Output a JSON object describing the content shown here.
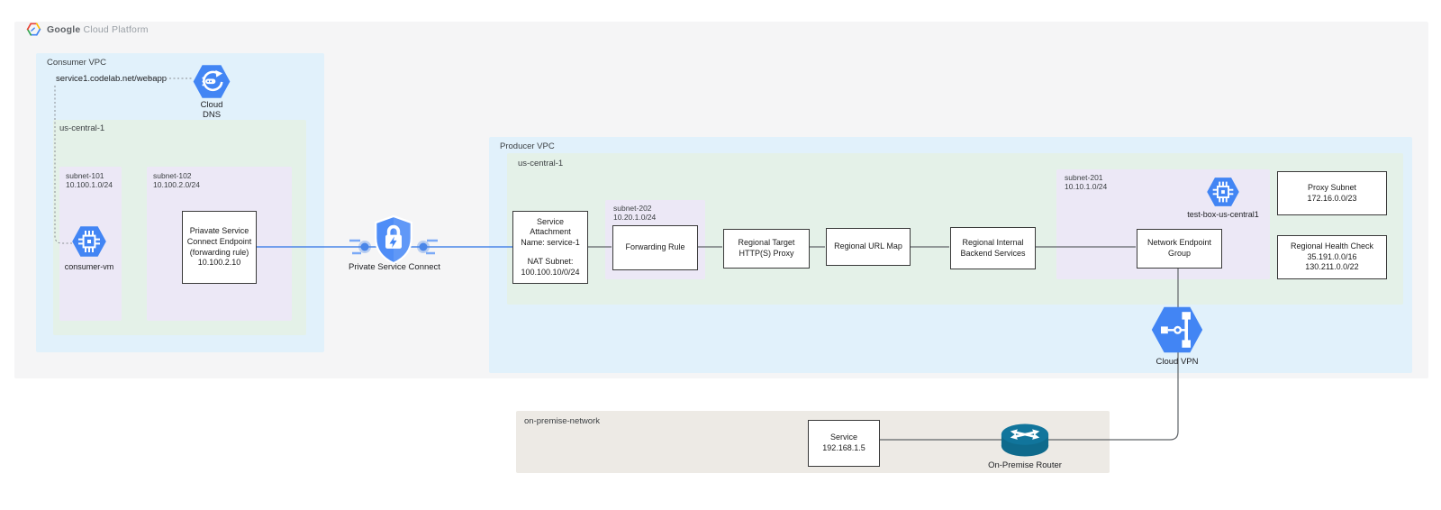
{
  "colors": {
    "gcp_blue": "#4285f4",
    "line_blue": "#4a86e8",
    "line_gray": "#5f6368",
    "zone_gray": "#f5f5f6",
    "zone_blue": "#e1f1fb",
    "zone_green": "#e4f1e8",
    "zone_lavender": "#ece8f6",
    "zone_beige": "#edeae5",
    "router_teal": "#0f6a8c"
  },
  "header": {
    "brand_bold": "Google",
    "brand_light": "Cloud Platform"
  },
  "zones": {
    "consumer_vpc": {
      "label": "Consumer VPC"
    },
    "consumer_region": {
      "label": "us-central-1"
    },
    "producer_vpc": {
      "label": "Producer VPC"
    },
    "producer_region": {
      "label": "us-central-1"
    },
    "subnet_101": {
      "name": "subnet-101",
      "cidr": "10.100.1.0/24"
    },
    "subnet_102": {
      "name": "subnet-102",
      "cidr": "10.100.2.0/24"
    },
    "subnet_202": {
      "name": "subnet-202",
      "cidr": "10.20.1.0/24"
    },
    "subnet_201": {
      "name": "subnet-201",
      "cidr": "10.10.1.0/24"
    },
    "on_premise": {
      "label": "on-premise-network"
    }
  },
  "nodes": {
    "dns_record": {
      "label": "service1.codelab.net/webapp"
    },
    "cloud_dns": {
      "lines": [
        "Cloud",
        "DNS"
      ]
    },
    "consumer_vm": {
      "label": "consumer-vm"
    },
    "psc_endpoint": {
      "lines": [
        "Priavate Service",
        "Connect Endpoint",
        "(forwarding rule)",
        "10.100.2.10"
      ]
    },
    "private_service_connect": {
      "label": "Private Service Connect"
    },
    "service_attachment": {
      "lines": [
        "Service",
        "Attachment",
        "Name: service-1",
        "NAT Subnet:",
        "100.100.10/0/24"
      ]
    },
    "forwarding_rule": {
      "label": "Forwarding Rule"
    },
    "regional_target_proxy": {
      "lines": [
        "Regional Target",
        "HTTP(S) Proxy"
      ]
    },
    "regional_url_map": {
      "label": "Regional URL Map"
    },
    "regional_backend": {
      "lines": [
        "Regional Internal",
        "Backend Services"
      ]
    },
    "network_endpoint_group": {
      "lines": [
        "Network Endpoint",
        "Group"
      ]
    },
    "test_box": {
      "label": "test-box-us-central1"
    },
    "proxy_subnet": {
      "lines": [
        "Proxy Subnet",
        "172.16.0.0/23"
      ]
    },
    "regional_health_check": {
      "lines": [
        "Regional Health Check",
        "35.191.0.0/16",
        "130.211.0.0/22"
      ]
    },
    "cloud_vpn": {
      "label": "Cloud VPN"
    },
    "onprem_service": {
      "lines": [
        "Service",
        "192.168.1.5"
      ]
    },
    "onprem_router": {
      "label": "On-Premise Router"
    }
  }
}
